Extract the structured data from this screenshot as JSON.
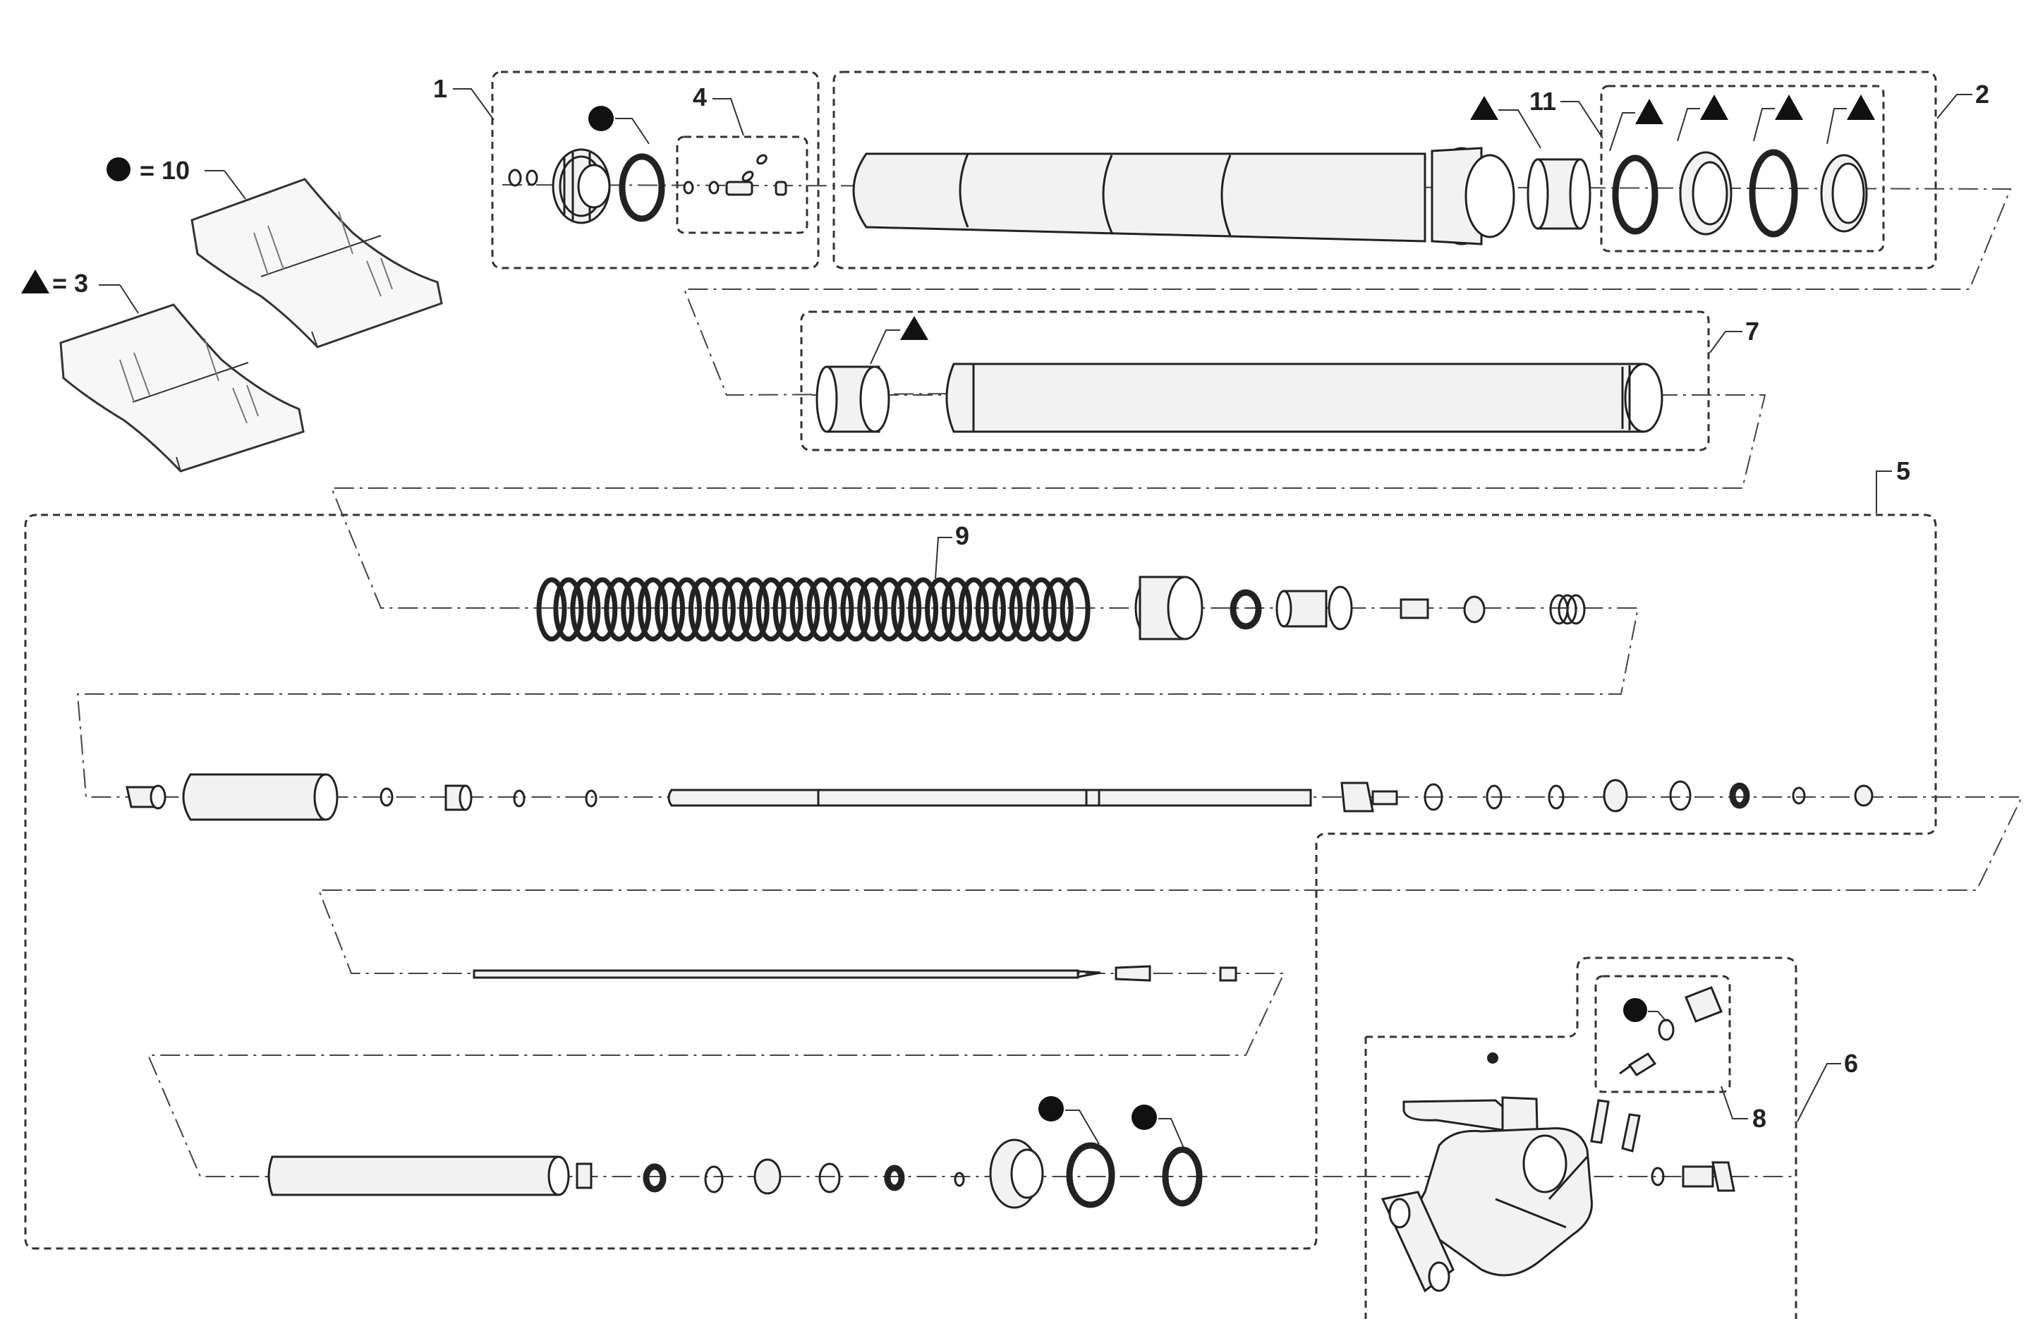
{
  "legend": {
    "circle_label": "= 10",
    "triangle_label": "= 3"
  },
  "callouts": {
    "c1": "1",
    "c2": "2",
    "c4": "4",
    "c5": "5",
    "c6": "6",
    "c7": "7",
    "c8": "8",
    "c9": "9",
    "c11": "11"
  },
  "icons": {
    "circle": "filled-circle-icon",
    "triangle": "filled-triangle-icon"
  },
  "colors": {
    "line": "#222222",
    "background": "#ffffff"
  }
}
